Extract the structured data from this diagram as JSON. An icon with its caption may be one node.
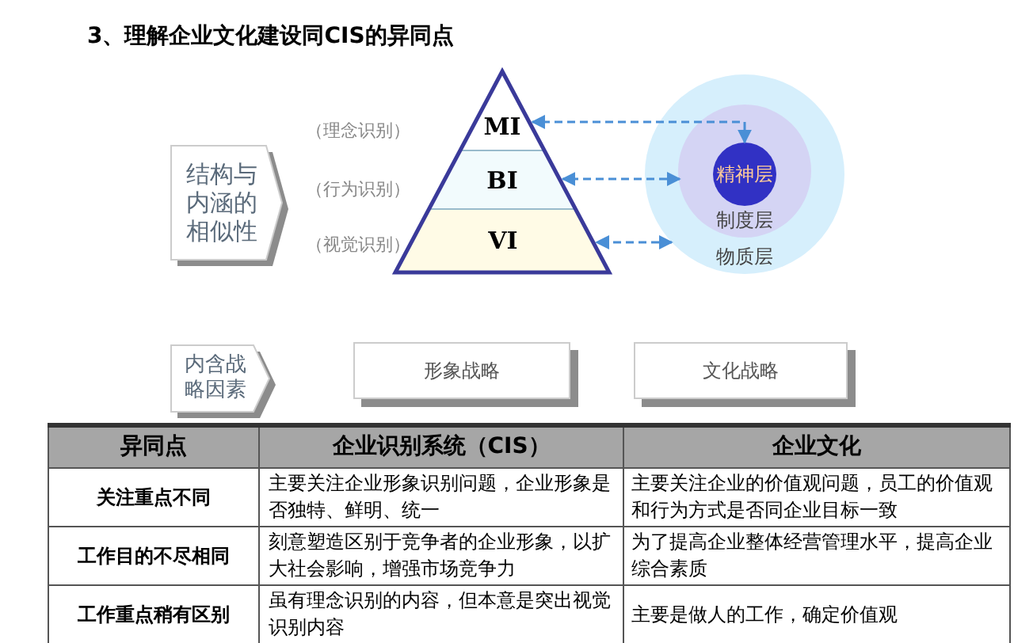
{
  "diagram": {
    "title": "3、理解企业文化建设同CIS的异同点",
    "nodes": [
      {
        "text": [
          "MI"
        ]
      },
      {
        "text": [
          "BI"
        ]
      },
      {
        "text": [
          "VI"
        ]
      },
      {
        "text": [
          "物质层"
        ]
      },
      {
        "text": [
          "制度层"
        ],
        "in": 3
      },
      {
        "text": [
          "精神层"
        ],
        "in": 4
      },
      {
        "text": [
          "结构与内涵的相似性"
        ]
      },
      {
        "text": [
          "内含战略因素"
        ]
      },
      {
        "text": [
          "形象战略"
        ]
      },
      {
        "text": [
          "文化战略"
        ]
      }
    ],
    "edges": [
      {
        "from": 5,
        "to": 0,
        "arrow": "both",
        "style": "dashed"
      },
      {
        "from": 4,
        "to": 1,
        "arrow": "both",
        "style": "dashed"
      },
      {
        "from": 3,
        "to": 2,
        "arrow": "both",
        "style": "dashed"
      }
    ],
    "labels": [
      "（理念识别）",
      "（行为识别）",
      "（视觉识别）",
      "异同点",
      "企业识别系统（CIS）",
      "企业文化",
      "关注重点不同",
      "主要关注企业形象识别问题，企业形象是否独特、鲜明、统一",
      "主要关注企业的价值观问题，员工的价值观和行为方式是否同企业目标一致",
      "工作目的不尽相同",
      "刻意塑造区别于竞争者的企业形象，以扩大社会影响，增强市场竞争力",
      "为了提高企业整体经营管理水平，提高企业综合素质",
      "工作重点稍有区别",
      "虽有理念识别的内容，但本意是突出视觉识别内容",
      "主要是做人的工作，确定价值观"
    ]
  }
}
